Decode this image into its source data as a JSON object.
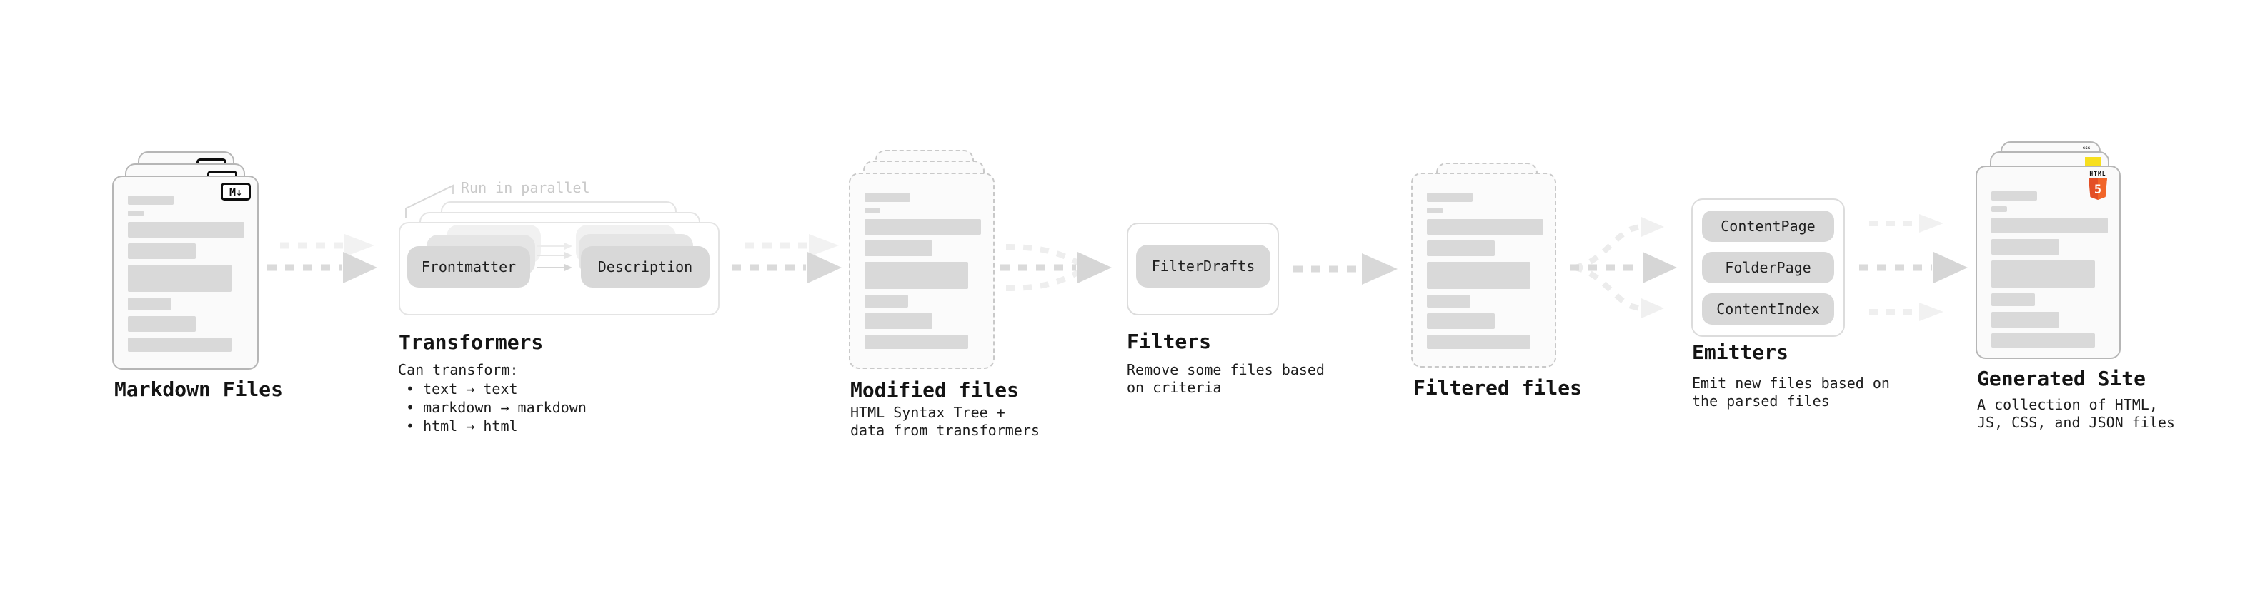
{
  "diagram": {
    "markdown_files": {
      "title": "Markdown Files",
      "badge": "M↓"
    },
    "transformers": {
      "title": "Transformers",
      "parallel_note": "Run in parallel",
      "pill_frontmatter": "Frontmatter",
      "pill_description": "Description",
      "desc_heading": "Can transform:",
      "bullets": [
        "• text → text",
        "• markdown → markdown",
        "• html → html"
      ]
    },
    "modified_files": {
      "title": "Modified files",
      "desc_line1": "HTML Syntax Tree +",
      "desc_line2": "data from transformers"
    },
    "filters": {
      "title": "Filters",
      "pill": "FilterDrafts",
      "desc_line1": "Remove some files based",
      "desc_line2": "on criteria"
    },
    "filtered_files": {
      "title": "Filtered files"
    },
    "emitters": {
      "title": "Emitters",
      "pills": [
        "ContentPage",
        "FolderPage",
        "ContentIndex"
      ],
      "desc_line1": "Emit new files based on",
      "desc_line2": "the parsed files"
    },
    "generated_site": {
      "title": "Generated Site",
      "desc_line1": "A collection of HTML,",
      "desc_line2": "JS, CSS, and JSON files",
      "html5_badge_word": "HTML",
      "html5_badge_number": "5",
      "css_badge_word": "css"
    }
  },
  "colors": {
    "accent_html5": "#e34f26",
    "accent_js": "#f7df1e",
    "accent_css": "#2965f1",
    "pill_gray": "#d8d8d8",
    "bar_gray": "#d9d9d9"
  }
}
